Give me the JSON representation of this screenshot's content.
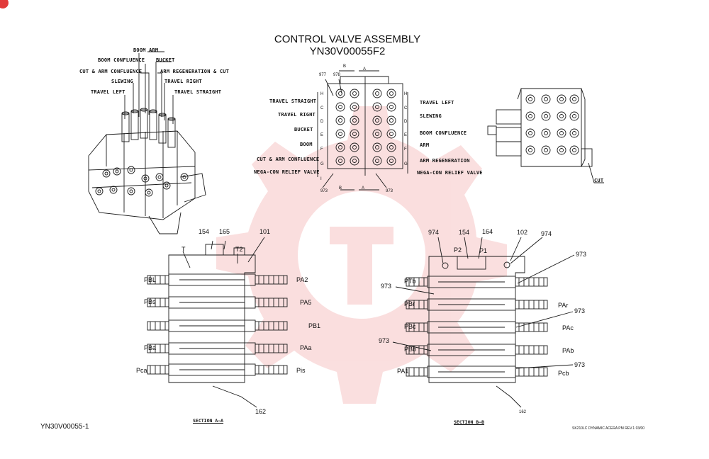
{
  "title": {
    "line1": "CONTROL VALVE ASSEMBLY",
    "line2": "YN30V00055F2"
  },
  "iso_labels": {
    "boom_arm": "BOOM ARM",
    "boom_confluence": "BOOM CONFLUENCE",
    "bucket": "BUCKET",
    "cut_arm_confluence": "CUT & ARM CONFLUENCE",
    "arm_regeneration_cut": "ARM REGENERATION & CUT",
    "slewing": "SLEWING",
    "travel_right": "TRAVEL RIGHT",
    "travel_left": "TRAVEL LEFT",
    "travel_straight": "TRAVEL STRAIGHT"
  },
  "front_view": {
    "left_labels": [
      "TRAVEL STRAIGHT",
      "TRAVEL RIGHT",
      "BUCKET",
      "BOOM",
      "CUT & ARM CONFLUENCE",
      "NEGA-CON RELIEF VALVE"
    ],
    "right_labels": [
      "TRAVEL LEFT",
      "SLEWING",
      "BOOM CONFLUENCE",
      "ARM",
      "ARM REGENERATION",
      "NEGA-CON RELIEF VALVE"
    ],
    "left_letters": [
      "H",
      "C",
      "D",
      "E",
      "F",
      "G",
      "I"
    ],
    "right_letters": [
      "H",
      "C",
      "D",
      "E",
      "F",
      "G"
    ],
    "top_b": "B",
    "top_a": "A",
    "bottom_b": "B",
    "bottom_a": "A",
    "part_977": "977",
    "part_978": "978",
    "part_973_left": "973",
    "part_973_right": "973"
  },
  "side_view": {
    "cut_label": "CUT"
  },
  "section_aa": {
    "parts": [
      "154",
      "165",
      "101"
    ],
    "t": "T",
    "t2": "T2",
    "left_ports": [
      "PBL",
      "PBs",
      "PBa",
      "Pca"
    ],
    "right_ports": [
      "PA2",
      "PA5",
      "PB1",
      "PAa",
      "Pis"
    ],
    "bottom_part": "162",
    "caption": "SECTION A—A"
  },
  "section_bb": {
    "parts_top": [
      "974",
      "154",
      "164",
      "102",
      "974"
    ],
    "p2": "P2",
    "p1": "P1",
    "part_973": "973",
    "left_ports": [
      "PTb",
      "PBr",
      "PBc",
      "PBb",
      "PA1"
    ],
    "right_ports": [
      "PAr",
      "PAc",
      "PAb",
      "Pcb"
    ],
    "bottom_part": "162",
    "caption": "SECTION B—B"
  },
  "footer": {
    "left": "YN30V00055-1",
    "right": "SK210LC DYNAMIC ACERA PM REV.1 03/00"
  },
  "colors": {
    "line": "#1a1a1a",
    "watermark": "#e23b3b"
  }
}
